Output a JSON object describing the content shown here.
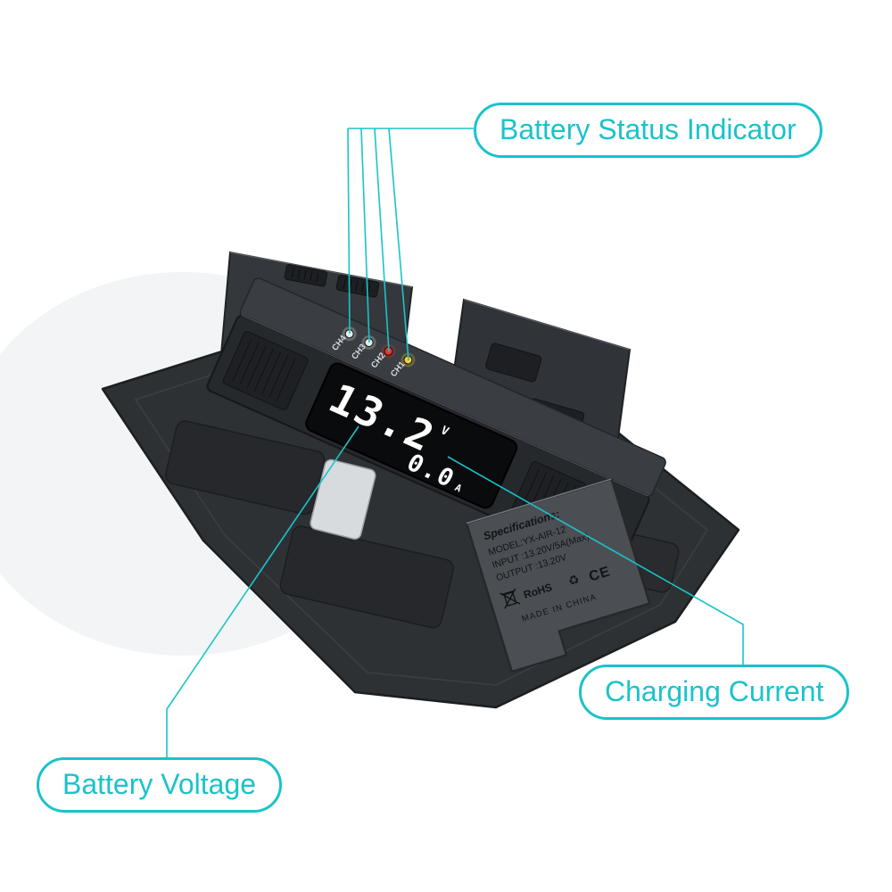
{
  "colors": {
    "accent": "#1ac3c9",
    "body": "#2e3134",
    "flap": "#34373b",
    "display_bg": "#0a0b0c",
    "digit": "#ffffff",
    "label_panel": "#4b4f54",
    "label_text": "#121315"
  },
  "callouts": {
    "battery_status": {
      "label": "Battery Status Indicator"
    },
    "charging_current": {
      "label": "Charging Current"
    },
    "battery_voltage": {
      "label": "Battery Voltage"
    }
  },
  "display": {
    "voltage_value": "13.2",
    "voltage_unit": "V",
    "current_value": "0.0",
    "current_unit": "A"
  },
  "channels": [
    {
      "label": "CH1",
      "led_color": "#f3cf3d"
    },
    {
      "label": "CH2",
      "led_color": "#e5392b"
    },
    {
      "label": "CH3",
      "led_color": "#e4ece3"
    },
    {
      "label": "CH4",
      "led_color": "#eaeeea"
    }
  ],
  "spec_label": {
    "title": "Specifications:",
    "model": "MODEL:YX-AIR-12",
    "input": "INPUT :13.20V/5A(Max)",
    "output": "OUTPUT :13.20V",
    "rohs": "RoHS",
    "recycle_icon": "♻",
    "ce": "CE",
    "made_in": "MADE IN CHINA"
  }
}
